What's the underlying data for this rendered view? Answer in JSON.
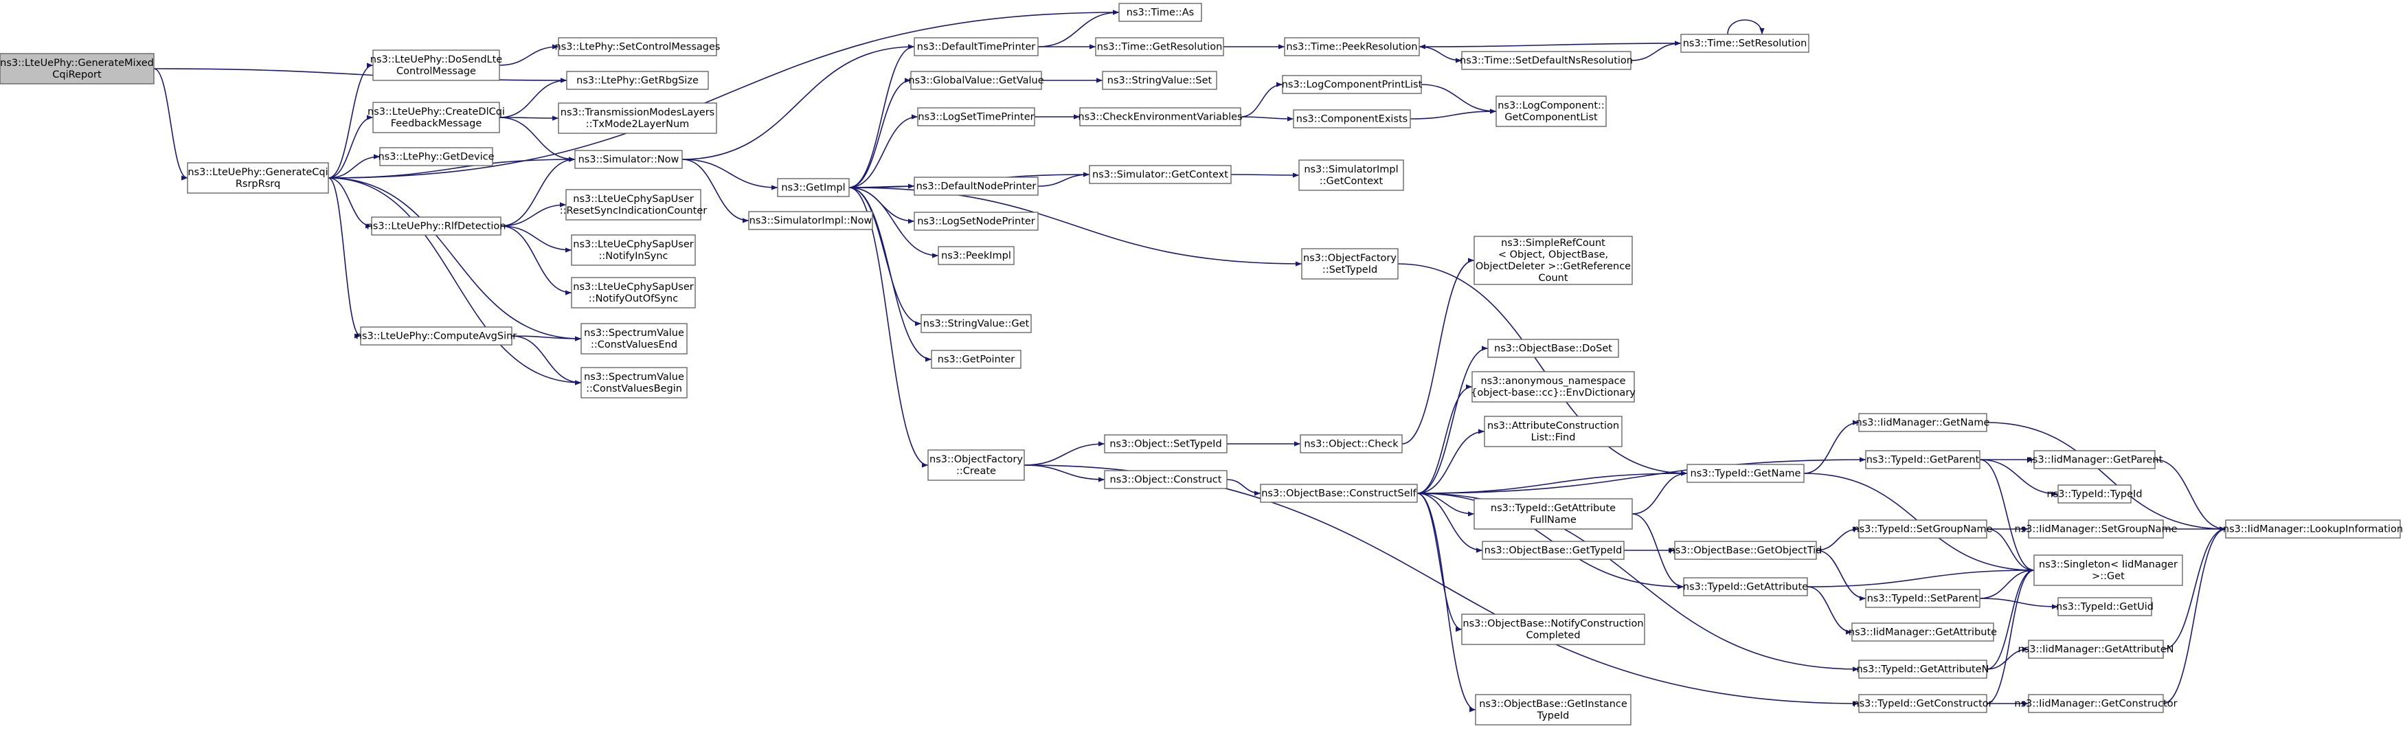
{
  "colors": {
    "node_fill": "#ffffff",
    "node_fill_root": "#bfbfbf",
    "node_border": "#666666",
    "node_border_red": "#ff0000",
    "edge": "#191970"
  },
  "nodes": [
    {
      "id": "root",
      "lines": [
        "ns3::LteUePhy::GenerateMixed",
        "CqiReport"
      ],
      "root": true
    },
    {
      "id": "genCqi",
      "lines": [
        "ns3::LteUePhy::GenerateCqi",
        "RsrpRsrq"
      ]
    },
    {
      "id": "doSend",
      "lines": [
        "ns3::LteUePhy::DoSendLte",
        "ControlMessage"
      ]
    },
    {
      "id": "createDl",
      "lines": [
        "ns3::LteUePhy::CreateDlCqi",
        "FeedbackMessage"
      ]
    },
    {
      "id": "getDevice",
      "lines": [
        "ns3::LtePhy::GetDevice"
      ]
    },
    {
      "id": "rlf",
      "lines": [
        "ns3::LteUePhy::RlfDetection"
      ]
    },
    {
      "id": "avgSinr",
      "lines": [
        "ns3::LteUePhy::ComputeAvgSinr"
      ]
    },
    {
      "id": "setCtrl",
      "lines": [
        "ns3::LtePhy::SetControlMessages"
      ]
    },
    {
      "id": "rbg",
      "lines": [
        "ns3::LtePhy::GetRbgSize"
      ]
    },
    {
      "id": "txMode",
      "lines": [
        "ns3::TransmissionModesLayers",
        "::TxMode2LayerNum"
      ]
    },
    {
      "id": "simNow",
      "lines": [
        "ns3::Simulator::Now"
      ]
    },
    {
      "id": "resetSync",
      "lines": [
        "ns3::LteUeCphySapUser",
        "::ResetSyncIndicationCounter"
      ]
    },
    {
      "id": "notifyIn",
      "lines": [
        "ns3::LteUeCphySapUser",
        "::NotifyInSync"
      ]
    },
    {
      "id": "notifyOut",
      "lines": [
        "ns3::LteUeCphySapUser",
        "::NotifyOutOfSync"
      ]
    },
    {
      "id": "cvEnd",
      "lines": [
        "ns3::SpectrumValue",
        "::ConstValuesEnd"
      ]
    },
    {
      "id": "cvBegin",
      "lines": [
        "ns3::SpectrumValue",
        "::ConstValuesBegin"
      ]
    },
    {
      "id": "getImpl",
      "lines": [
        "ns3::GetImpl"
      ]
    },
    {
      "id": "simImplNow",
      "lines": [
        "ns3::SimulatorImpl::Now"
      ]
    },
    {
      "id": "timeAs",
      "lines": [
        "ns3::Time::As"
      ]
    },
    {
      "id": "defTimePr",
      "lines": [
        "ns3::DefaultTimePrinter"
      ]
    },
    {
      "id": "gvGet",
      "lines": [
        "ns3::GlobalValue::GetValue"
      ]
    },
    {
      "id": "logSetTime",
      "lines": [
        "ns3::LogSetTimePrinter"
      ]
    },
    {
      "id": "defNodePr",
      "lines": [
        "ns3::DefaultNodePrinter"
      ]
    },
    {
      "id": "logSetNode",
      "lines": [
        "ns3::LogSetNodePrinter"
      ]
    },
    {
      "id": "peekImpl",
      "lines": [
        "ns3::PeekImpl"
      ]
    },
    {
      "id": "svGet",
      "lines": [
        "ns3::StringValue::Get"
      ]
    },
    {
      "id": "getPointer",
      "lines": [
        "ns3::GetPointer"
      ]
    },
    {
      "id": "ofCreate",
      "lines": [
        "ns3::ObjectFactory",
        "::Create"
      ]
    },
    {
      "id": "getRes",
      "lines": [
        "ns3::Time::GetResolution"
      ]
    },
    {
      "id": "svSet",
      "lines": [
        "ns3::StringValue::Set"
      ]
    },
    {
      "id": "checkEnv",
      "lines": [
        "ns3::CheckEnvironmentVariables"
      ]
    },
    {
      "id": "simGetCtx",
      "lines": [
        "ns3::Simulator::GetContext"
      ]
    },
    {
      "id": "ofSetTypeId",
      "lines": [
        "ns3::ObjectFactory",
        "::SetTypeId"
      ]
    },
    {
      "id": "objSetTypeId",
      "lines": [
        "ns3::Object::SetTypeId"
      ]
    },
    {
      "id": "objConstruct",
      "lines": [
        "ns3::Object::Construct"
      ]
    },
    {
      "id": "peekRes",
      "lines": [
        "ns3::Time::PeekResolution"
      ]
    },
    {
      "id": "setDefNs",
      "lines": [
        "ns3::Time::SetDefaultNsResolution"
      ]
    },
    {
      "id": "setRes",
      "lines": [
        "ns3::Time::SetResolution"
      ]
    },
    {
      "id": "logCompPL",
      "lines": [
        "ns3::LogComponentPrintList"
      ]
    },
    {
      "id": "compExists",
      "lines": [
        "ns3::ComponentExists"
      ]
    },
    {
      "id": "logCompGet",
      "lines": [
        "ns3::LogComponent::",
        "GetComponentList"
      ]
    },
    {
      "id": "simImplCtx",
      "lines": [
        "ns3::SimulatorImpl",
        "::GetContext"
      ]
    },
    {
      "id": "objCheck",
      "lines": [
        "ns3::Object::Check"
      ]
    },
    {
      "id": "obConstructSelf",
      "lines": [
        "ns3::ObjectBase::ConstructSelf"
      ]
    },
    {
      "id": "refCount",
      "lines": [
        "ns3::SimpleRefCount",
        "< Object, ObjectBase,",
        " ObjectDeleter >::GetReference",
        "Count"
      ]
    },
    {
      "id": "doSet",
      "lines": [
        "ns3::ObjectBase::DoSet"
      ]
    },
    {
      "id": "envDict",
      "lines": [
        "ns3::anonymous_namespace",
        "{object-base::cc}::EnvDictionary"
      ]
    },
    {
      "id": "attrFind",
      "lines": [
        "ns3::AttributeConstruction",
        "List::Find"
      ]
    },
    {
      "id": "tidGetAttrFull",
      "lines": [
        "ns3::TypeId::GetAttribute",
        "FullName"
      ]
    },
    {
      "id": "obGetTypeId",
      "lines": [
        "ns3::ObjectBase::GetTypeId"
      ]
    },
    {
      "id": "notifyConstr",
      "lines": [
        "ns3::ObjectBase::NotifyConstruction",
        "Completed"
      ]
    },
    {
      "id": "getInstTid",
      "lines": [
        "ns3::ObjectBase::GetInstance",
        "TypeId"
      ]
    },
    {
      "id": "tidGetName",
      "lines": [
        "ns3::TypeId::GetName"
      ]
    },
    {
      "id": "obGetObjTid",
      "lines": [
        "ns3::ObjectBase::GetObjectTid"
      ]
    },
    {
      "id": "tidGetAttr",
      "lines": [
        "ns3::TypeId::GetAttribute"
      ]
    },
    {
      "id": "tidGetAttrN",
      "lines": [
        "ns3::TypeId::GetAttributeN"
      ]
    },
    {
      "id": "tidGetCtor",
      "lines": [
        "ns3::TypeId::GetConstructor"
      ]
    },
    {
      "id": "iidGetName",
      "lines": [
        "ns3::IidManager::GetName"
      ]
    },
    {
      "id": "tidGetParent",
      "lines": [
        "ns3::TypeId::GetParent"
      ]
    },
    {
      "id": "tidSetGroup",
      "lines": [
        "ns3::TypeId::SetGroupName"
      ]
    },
    {
      "id": "tidSetParent",
      "lines": [
        "ns3::TypeId::SetParent"
      ],
      "red": true
    },
    {
      "id": "iidGetAttr",
      "lines": [
        "ns3::IidManager::GetAttribute"
      ]
    },
    {
      "id": "iidGetParent",
      "lines": [
        "ns3::IidManager::GetParent"
      ]
    },
    {
      "id": "tidTypeId",
      "lines": [
        "ns3::TypeId::TypeId"
      ]
    },
    {
      "id": "iidSetGroup",
      "lines": [
        "ns3::IidManager::SetGroupName"
      ]
    },
    {
      "id": "singleton",
      "lines": [
        "ns3::Singleton< IidManager",
        " >::Get"
      ]
    },
    {
      "id": "tidGetUid",
      "lines": [
        "ns3::TypeId::GetUid"
      ]
    },
    {
      "id": "iidGetAttrN",
      "lines": [
        "ns3::IidManager::GetAttributeN"
      ]
    },
    {
      "id": "iidGetCtor",
      "lines": [
        "ns3::IidManager::GetConstructor"
      ]
    },
    {
      "id": "iidLookup",
      "lines": [
        "ns3::IidManager::LookupInformation"
      ]
    }
  ],
  "edges": [
    [
      "root",
      "genCqi"
    ],
    [
      "root",
      "rbg"
    ],
    [
      "genCqi",
      "doSend"
    ],
    [
      "genCqi",
      "createDl"
    ],
    [
      "genCqi",
      "getDevice"
    ],
    [
      "genCqi",
      "simNow"
    ],
    [
      "genCqi",
      "rlf"
    ],
    [
      "genCqi",
      "avgSinr"
    ],
    [
      "genCqi",
      "cvEnd"
    ],
    [
      "genCqi",
      "cvBegin"
    ],
    [
      "genCqi",
      "timeAs"
    ],
    [
      "doSend",
      "setCtrl"
    ],
    [
      "createDl",
      "rbg"
    ],
    [
      "createDl",
      "txMode"
    ],
    [
      "createDl",
      "simNow"
    ],
    [
      "rlf",
      "simNow"
    ],
    [
      "rlf",
      "resetSync"
    ],
    [
      "rlf",
      "notifyIn"
    ],
    [
      "rlf",
      "notifyOut"
    ],
    [
      "avgSinr",
      "cvEnd"
    ],
    [
      "avgSinr",
      "cvBegin"
    ],
    [
      "simNow",
      "defTimePr"
    ],
    [
      "simNow",
      "getImpl"
    ],
    [
      "simNow",
      "simImplNow"
    ],
    [
      "getImpl",
      "defTimePr"
    ],
    [
      "getImpl",
      "gvGet"
    ],
    [
      "getImpl",
      "logSetTime"
    ],
    [
      "getImpl",
      "defNodePr"
    ],
    [
      "getImpl",
      "logSetNode"
    ],
    [
      "getImpl",
      "peekImpl"
    ],
    [
      "getImpl",
      "ofSetTypeId"
    ],
    [
      "getImpl",
      "svGet"
    ],
    [
      "getImpl",
      "getPointer"
    ],
    [
      "getImpl",
      "ofCreate"
    ],
    [
      "defTimePr",
      "timeAs"
    ],
    [
      "defTimePr",
      "getRes"
    ],
    [
      "gvGet",
      "svSet"
    ],
    [
      "logSetTime",
      "checkEnv"
    ],
    [
      "defNodePr",
      "simGetCtx"
    ],
    [
      "simGetCtx",
      "getImpl"
    ],
    [
      "simGetCtx",
      "simImplCtx"
    ],
    [
      "getRes",
      "peekRes"
    ],
    [
      "peekRes",
      "setDefNs"
    ],
    [
      "setDefNs",
      "setRes"
    ],
    [
      "setRes",
      "peekRes"
    ],
    [
      "setRes",
      "setRes"
    ],
    [
      "checkEnv",
      "logCompPL"
    ],
    [
      "checkEnv",
      "compExists"
    ],
    [
      "logCompPL",
      "logCompGet"
    ],
    [
      "compExists",
      "logCompGet"
    ],
    [
      "ofSetTypeId",
      "tidGetName"
    ],
    [
      "ofCreate",
      "objSetTypeId"
    ],
    [
      "ofCreate",
      "objConstruct"
    ],
    [
      "ofCreate",
      "tidGetCtor"
    ],
    [
      "objSetTypeId",
      "objCheck"
    ],
    [
      "objConstruct",
      "obConstructSelf"
    ],
    [
      "objCheck",
      "refCount"
    ],
    [
      "obConstructSelf",
      "doSet"
    ],
    [
      "obConstructSelf",
      "envDict"
    ],
    [
      "obConstructSelf",
      "attrFind"
    ],
    [
      "obConstructSelf",
      "tidGetParent"
    ],
    [
      "obConstructSelf",
      "tidGetName"
    ],
    [
      "obConstructSelf",
      "tidGetAttrFull"
    ],
    [
      "obConstructSelf",
      "obGetTypeId"
    ],
    [
      "obConstructSelf",
      "tidGetAttr"
    ],
    [
      "obConstructSelf",
      "notifyConstr"
    ],
    [
      "obConstructSelf",
      "tidGetAttrN"
    ],
    [
      "obConstructSelf",
      "getInstTid"
    ],
    [
      "tidGetAttrFull",
      "tidGetName"
    ],
    [
      "tidGetAttrFull",
      "tidGetAttr"
    ],
    [
      "obGetTypeId",
      "obGetObjTid"
    ],
    [
      "obGetObjTid",
      "tidSetGroup"
    ],
    [
      "obGetObjTid",
      "tidSetParent"
    ],
    [
      "tidGetName",
      "iidGetName"
    ],
    [
      "tidGetName",
      "singleton"
    ],
    [
      "tidGetAttr",
      "singleton"
    ],
    [
      "tidGetAttr",
      "iidGetAttr"
    ],
    [
      "tidGetAttrN",
      "singleton"
    ],
    [
      "tidGetAttrN",
      "iidGetAttrN"
    ],
    [
      "tidGetCtor",
      "singleton"
    ],
    [
      "tidGetCtor",
      "iidGetCtor"
    ],
    [
      "iidGetName",
      "iidLookup"
    ],
    [
      "tidGetParent",
      "iidGetParent"
    ],
    [
      "tidGetParent",
      "tidTypeId"
    ],
    [
      "tidGetParent",
      "singleton"
    ],
    [
      "tidSetGroup",
      "iidSetGroup"
    ],
    [
      "tidSetGroup",
      "singleton"
    ],
    [
      "tidSetParent",
      "singleton"
    ],
    [
      "tidSetParent",
      "tidGetUid"
    ],
    [
      "iidGetParent",
      "iidLookup"
    ],
    [
      "iidSetGroup",
      "iidLookup"
    ],
    [
      "iidGetAttrN",
      "iidLookup"
    ],
    [
      "iidGetCtor",
      "iidLookup"
    ]
  ]
}
